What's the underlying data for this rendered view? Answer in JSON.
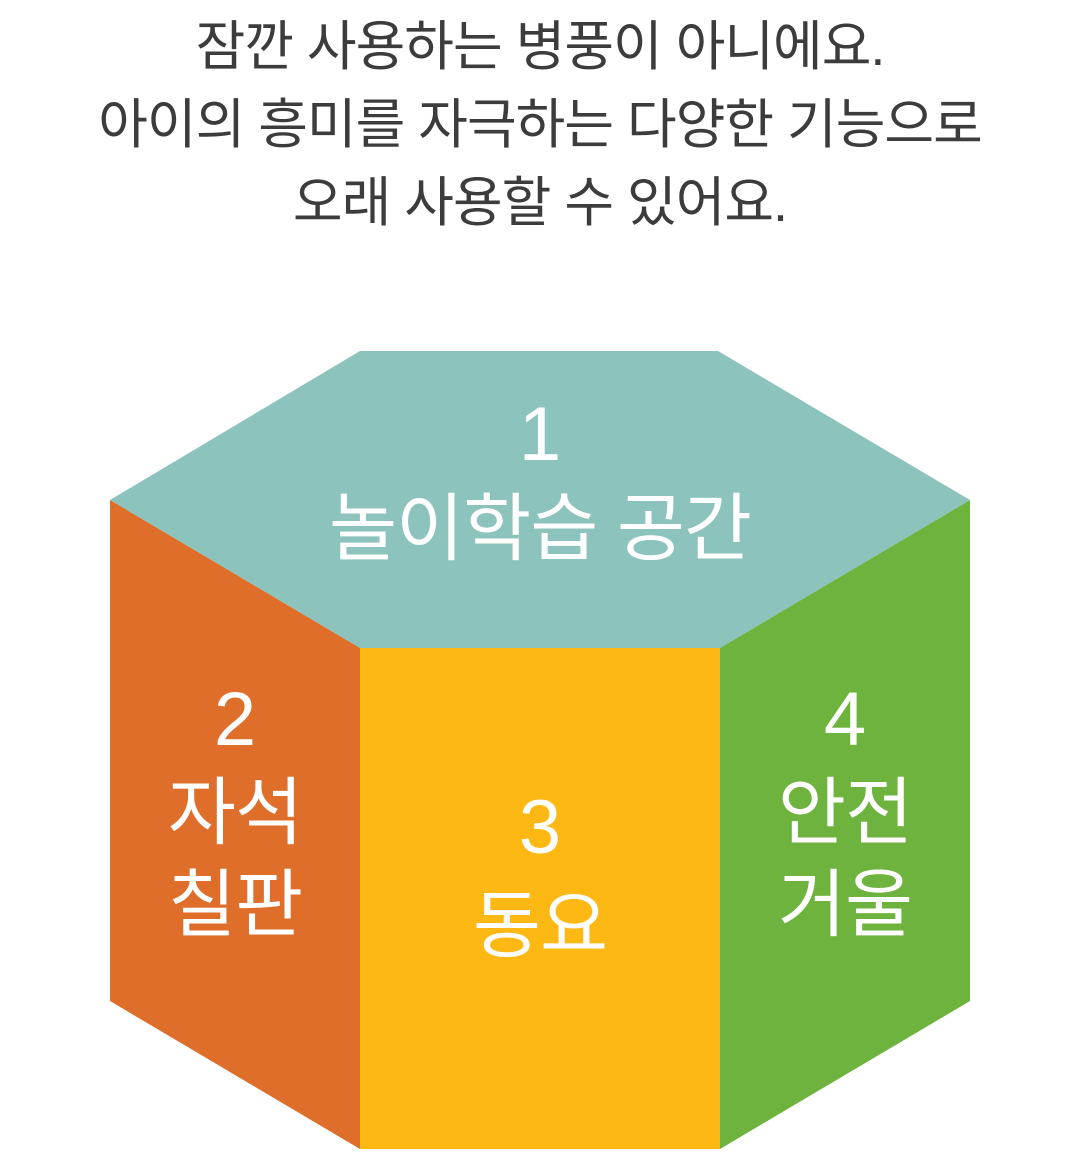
{
  "page": {
    "background": "#ffffff"
  },
  "header": {
    "text_color": "#3c3c3c",
    "lines": [
      "잠깐 사용하는 병풍이 아니에요.",
      "아이의 흥미를 자극하는 다양한 기능으로",
      "오래 사용할 수 있어요."
    ]
  },
  "diagram": {
    "label_color": "#ffffff",
    "faces": {
      "top": {
        "number": "1",
        "label": "놀이학습 공간",
        "color": "#8dc3bd"
      },
      "left": {
        "number": "2",
        "label_line1": "자석",
        "label_line2": "칠판",
        "color": "#e06e2b"
      },
      "front": {
        "number": "3",
        "label": "동요",
        "color": "#fdb813"
      },
      "right": {
        "number": "4",
        "label_line1": "안전",
        "label_line2": "거울",
        "color": "#6db33e"
      }
    }
  }
}
